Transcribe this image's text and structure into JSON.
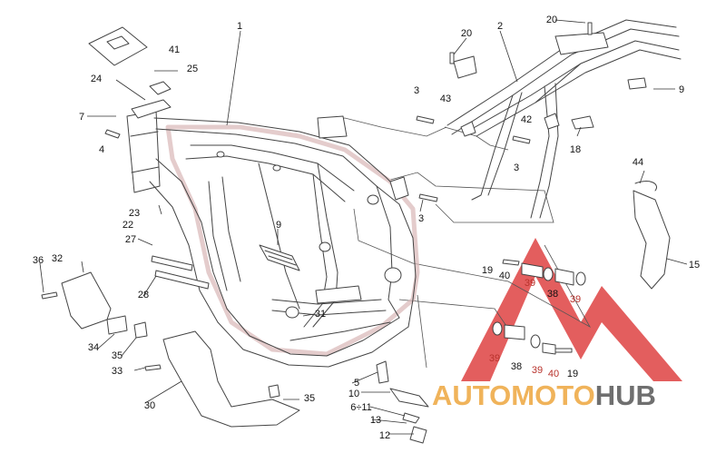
{
  "callouts": {
    "c1": "1",
    "c2": "2",
    "c3a": "3",
    "c3b": "3",
    "c3c": "3",
    "c4": "4",
    "c5": "5",
    "c6_11": "6÷11",
    "c7": "7",
    "c9a": "9",
    "c9b": "9",
    "c10": "10",
    "c12": "12",
    "c13": "13",
    "c15": "15",
    "c18": "18",
    "c19a": "19",
    "c19b": "19",
    "c20a": "20",
    "c20b": "20",
    "c22": "22",
    "c23": "23",
    "c24": "24",
    "c25": "25",
    "c27": "27",
    "c28": "28",
    "c30": "30",
    "c31": "31",
    "c32": "32",
    "c33": "33",
    "c34": "34",
    "c35a": "35",
    "c35b": "35",
    "c36": "36",
    "c38a": "38",
    "c38b": "38",
    "c39a": "39",
    "c39b": "39",
    "c39c": "39",
    "c39d": "39",
    "c40a": "40",
    "c40b": "40",
    "c41": "41",
    "c42": "42",
    "c43": "43",
    "c44": "44"
  },
  "watermark": {
    "part1": "AUTO",
    "part2": "MOTO",
    "part3": "HUB",
    "color_triangle": "#dd3a3a",
    "color_text": "#f0b35a",
    "color_hub": "#6f6f6f"
  },
  "colors": {
    "outline": "#444444",
    "callout_text": "#111111",
    "highlight": "#d8b7b7"
  }
}
